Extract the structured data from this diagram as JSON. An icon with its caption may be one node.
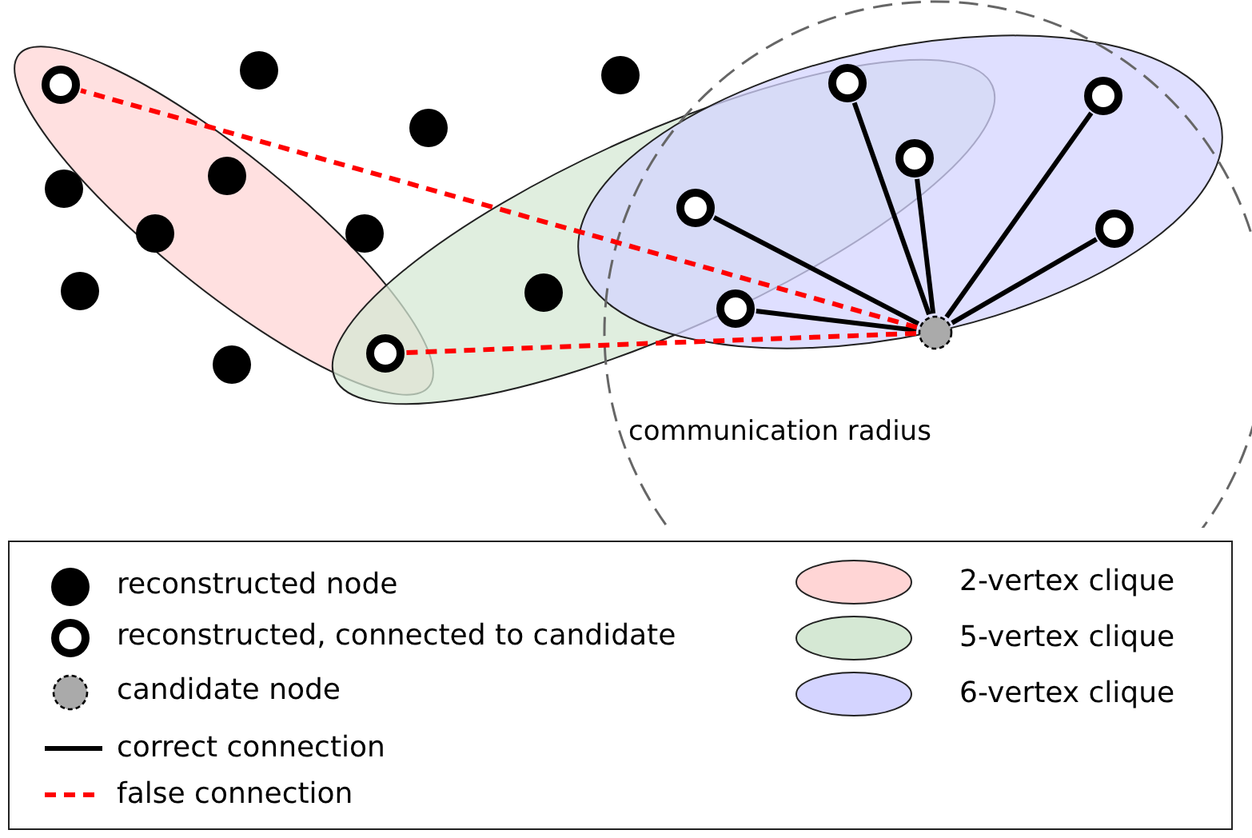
{
  "diagram": {
    "nodes": [
      {
        "text": [],
        "shape": "circle"
      },
      {
        "text": [],
        "shape": "circle"
      },
      {
        "text": [],
        "shape": "circle"
      },
      {
        "text": [],
        "shape": "circle"
      },
      {
        "text": [],
        "shape": "circle"
      },
      {
        "text": [],
        "shape": "circle"
      },
      {
        "text": [],
        "shape": "circle"
      },
      {
        "text": [],
        "shape": "circle"
      },
      {
        "text": [],
        "shape": "circle"
      },
      {
        "text": [],
        "shape": "circle"
      },
      {
        "text": [],
        "shape": "circle"
      },
      {
        "text": [],
        "shape": "circle"
      },
      {
        "text": [],
        "shape": "circle"
      },
      {
        "text": [],
        "shape": "circle"
      },
      {
        "text": [],
        "shape": "circle"
      },
      {
        "text": [],
        "shape": "circle"
      },
      {
        "text": [],
        "shape": "circle"
      },
      {
        "text": [],
        "shape": "circle"
      },
      {
        "text": [],
        "shape": "circle"
      }
    ],
    "edges": [
      {
        "from": 16,
        "to": 2,
        "arrow": "none"
      },
      {
        "from": 16,
        "to": 6,
        "arrow": "none"
      },
      {
        "from": 16,
        "to": 4,
        "arrow": "none"
      },
      {
        "from": 16,
        "to": 10,
        "arrow": "none"
      },
      {
        "from": 16,
        "to": 9,
        "arrow": "none"
      },
      {
        "from": 16,
        "to": 15,
        "arrow": "none"
      },
      {
        "from": 16,
        "to": 3,
        "arrow": "none",
        "style": "dashed",
        "color": "#ff0000"
      },
      {
        "from": 16,
        "to": 17,
        "arrow": "none",
        "style": "dashed",
        "color": "#ff0000"
      }
    ],
    "labels": [
      "communication radius"
    ],
    "legend": [
      {
        "text": "reconstructed node"
      },
      {
        "text": "reconstructed, connected to candidate"
      },
      {
        "text": "candidate node"
      },
      {
        "text": "correct connection"
      },
      {
        "text": "false connection"
      },
      {
        "text": "2-vertex clique",
        "color": "#ffd5d5"
      },
      {
        "text": "5-vertex clique",
        "color": "#d5e8d4"
      },
      {
        "text": "6-vertex clique",
        "color": "#d4d4ff"
      }
    ]
  }
}
